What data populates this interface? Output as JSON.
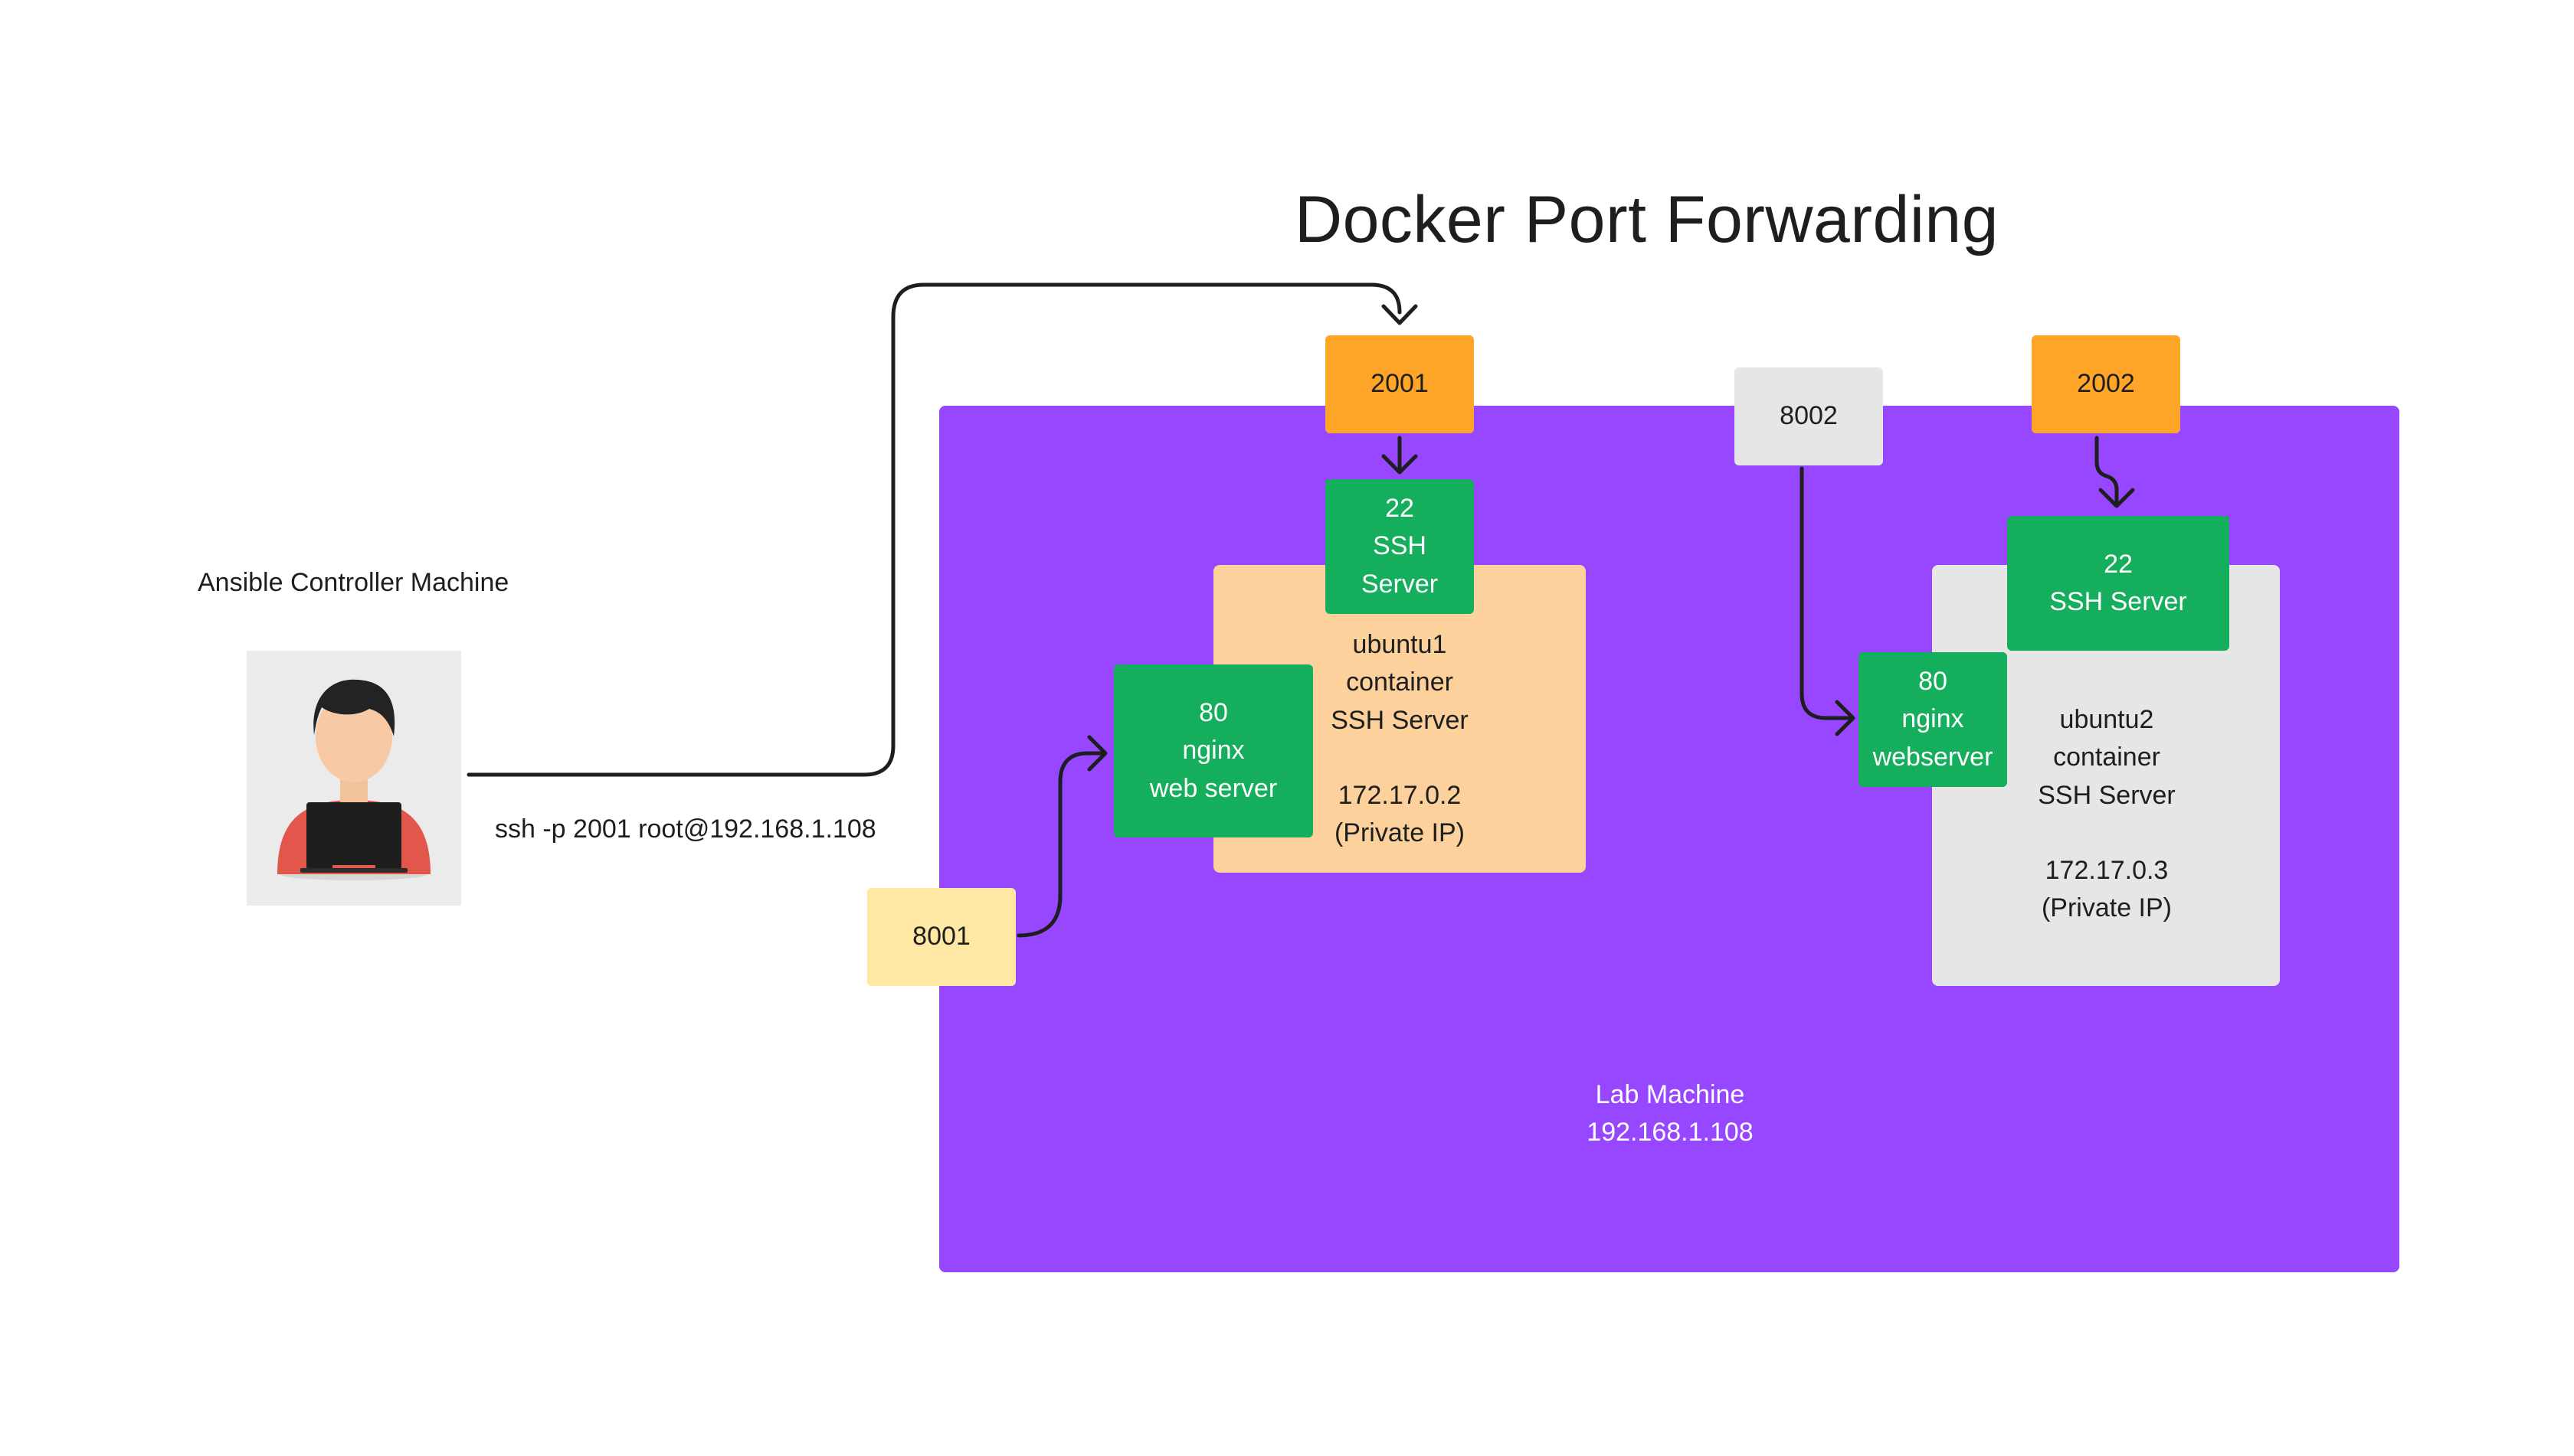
{
  "title": "Docker Port Forwarding",
  "controller": {
    "label": "Ansible Controller Machine",
    "avatar_icon": "person-with-laptop-icon",
    "command": "ssh -p 2001 root@192.168.1.108"
  },
  "lab_machine": {
    "label": "Lab Machine\n192.168.1.108",
    "color": "#9747ff"
  },
  "host_ports": {
    "p2001": "2001",
    "p2002": "2002",
    "p8001": "8001",
    "p8002": "8002"
  },
  "container1": {
    "ssh_port": "22\nSSH\nServer",
    "web_port": "80\nnginx\nweb server",
    "info": "ubuntu1\ncontainer\nSSH Server\n\n172.17.0.2\n(Private IP)",
    "color": "#fcd19c"
  },
  "container2": {
    "ssh_port": "22\nSSH Server",
    "web_port": "80\nnginx\nwebserver",
    "info": "ubuntu2\ncontainer\nSSH Server\n\n172.17.0.3\n(Private IP)",
    "color": "#e6e6e6"
  },
  "colors": {
    "host_port_active": "#ffa629",
    "host_port_web1": "#ffe8a3",
    "host_port_web2": "#e6e6e6",
    "container_port": "#14ae5c",
    "arrow": "#1e1e1e"
  }
}
